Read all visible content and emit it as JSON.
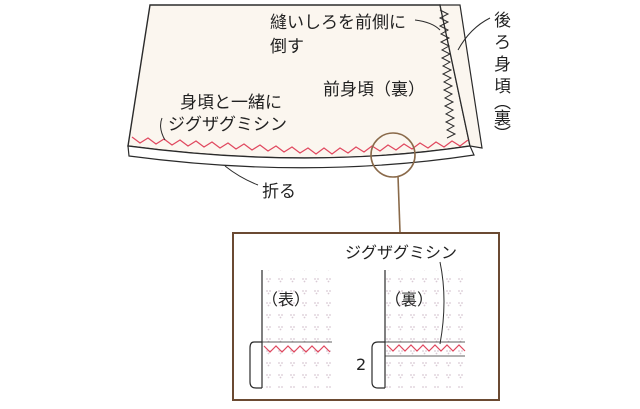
{
  "labels": {
    "seam_allowance_line1": "縫いしろを前側に",
    "seam_allowance_line2": "倒す",
    "back_body_vertical": [
      "後",
      "ろ",
      "身",
      "頃",
      "︵",
      "裏",
      "︶"
    ],
    "front_body_reverse": "前身頃（裏）",
    "zigzag_with_body_line1": "身頃と一緒に",
    "zigzag_with_body_line2": "ジグザグミシン",
    "fold": "折る",
    "detail_zigzag": "ジグザグミシン",
    "detail_front": "（表）",
    "detail_reverse": "（裏）",
    "detail_measure": "2"
  },
  "colors": {
    "outline": "#2b2b2b",
    "fabric": "#fbf6ef",
    "zigzag": "#e0485f",
    "callout": "#8a6a4a",
    "dots": "#d9c9d4"
  }
}
